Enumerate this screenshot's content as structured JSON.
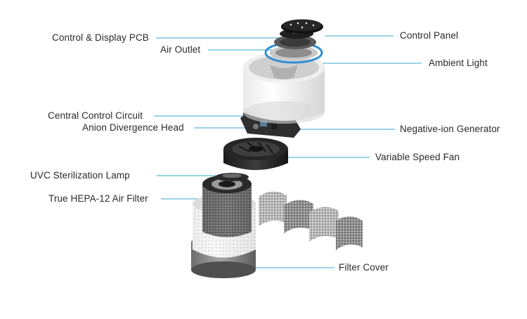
{
  "colors": {
    "leader_line": "#3aa8c8",
    "label_text": "#2a2a2a",
    "accent_ring": "#2f8fd6"
  },
  "labels": {
    "control_display_pcb": "Control & Display PCB",
    "air_outlet": "Air Outlet",
    "central_control_circuit": "Central Control Circuit",
    "anion_divergence_head": "Anion Divergence Head",
    "uvc_sterilization_lamp": "UVC Sterilization Lamp",
    "true_hepa_filter": "True HEPA-12 Air Filter",
    "control_panel": "Control Panel",
    "ambient_light": "Ambient  Light",
    "negative_ion_generator": "Negative-ion Generator",
    "variable_speed_fan": "Variable Speed Fan",
    "filter_cover": "Filter Cover"
  }
}
